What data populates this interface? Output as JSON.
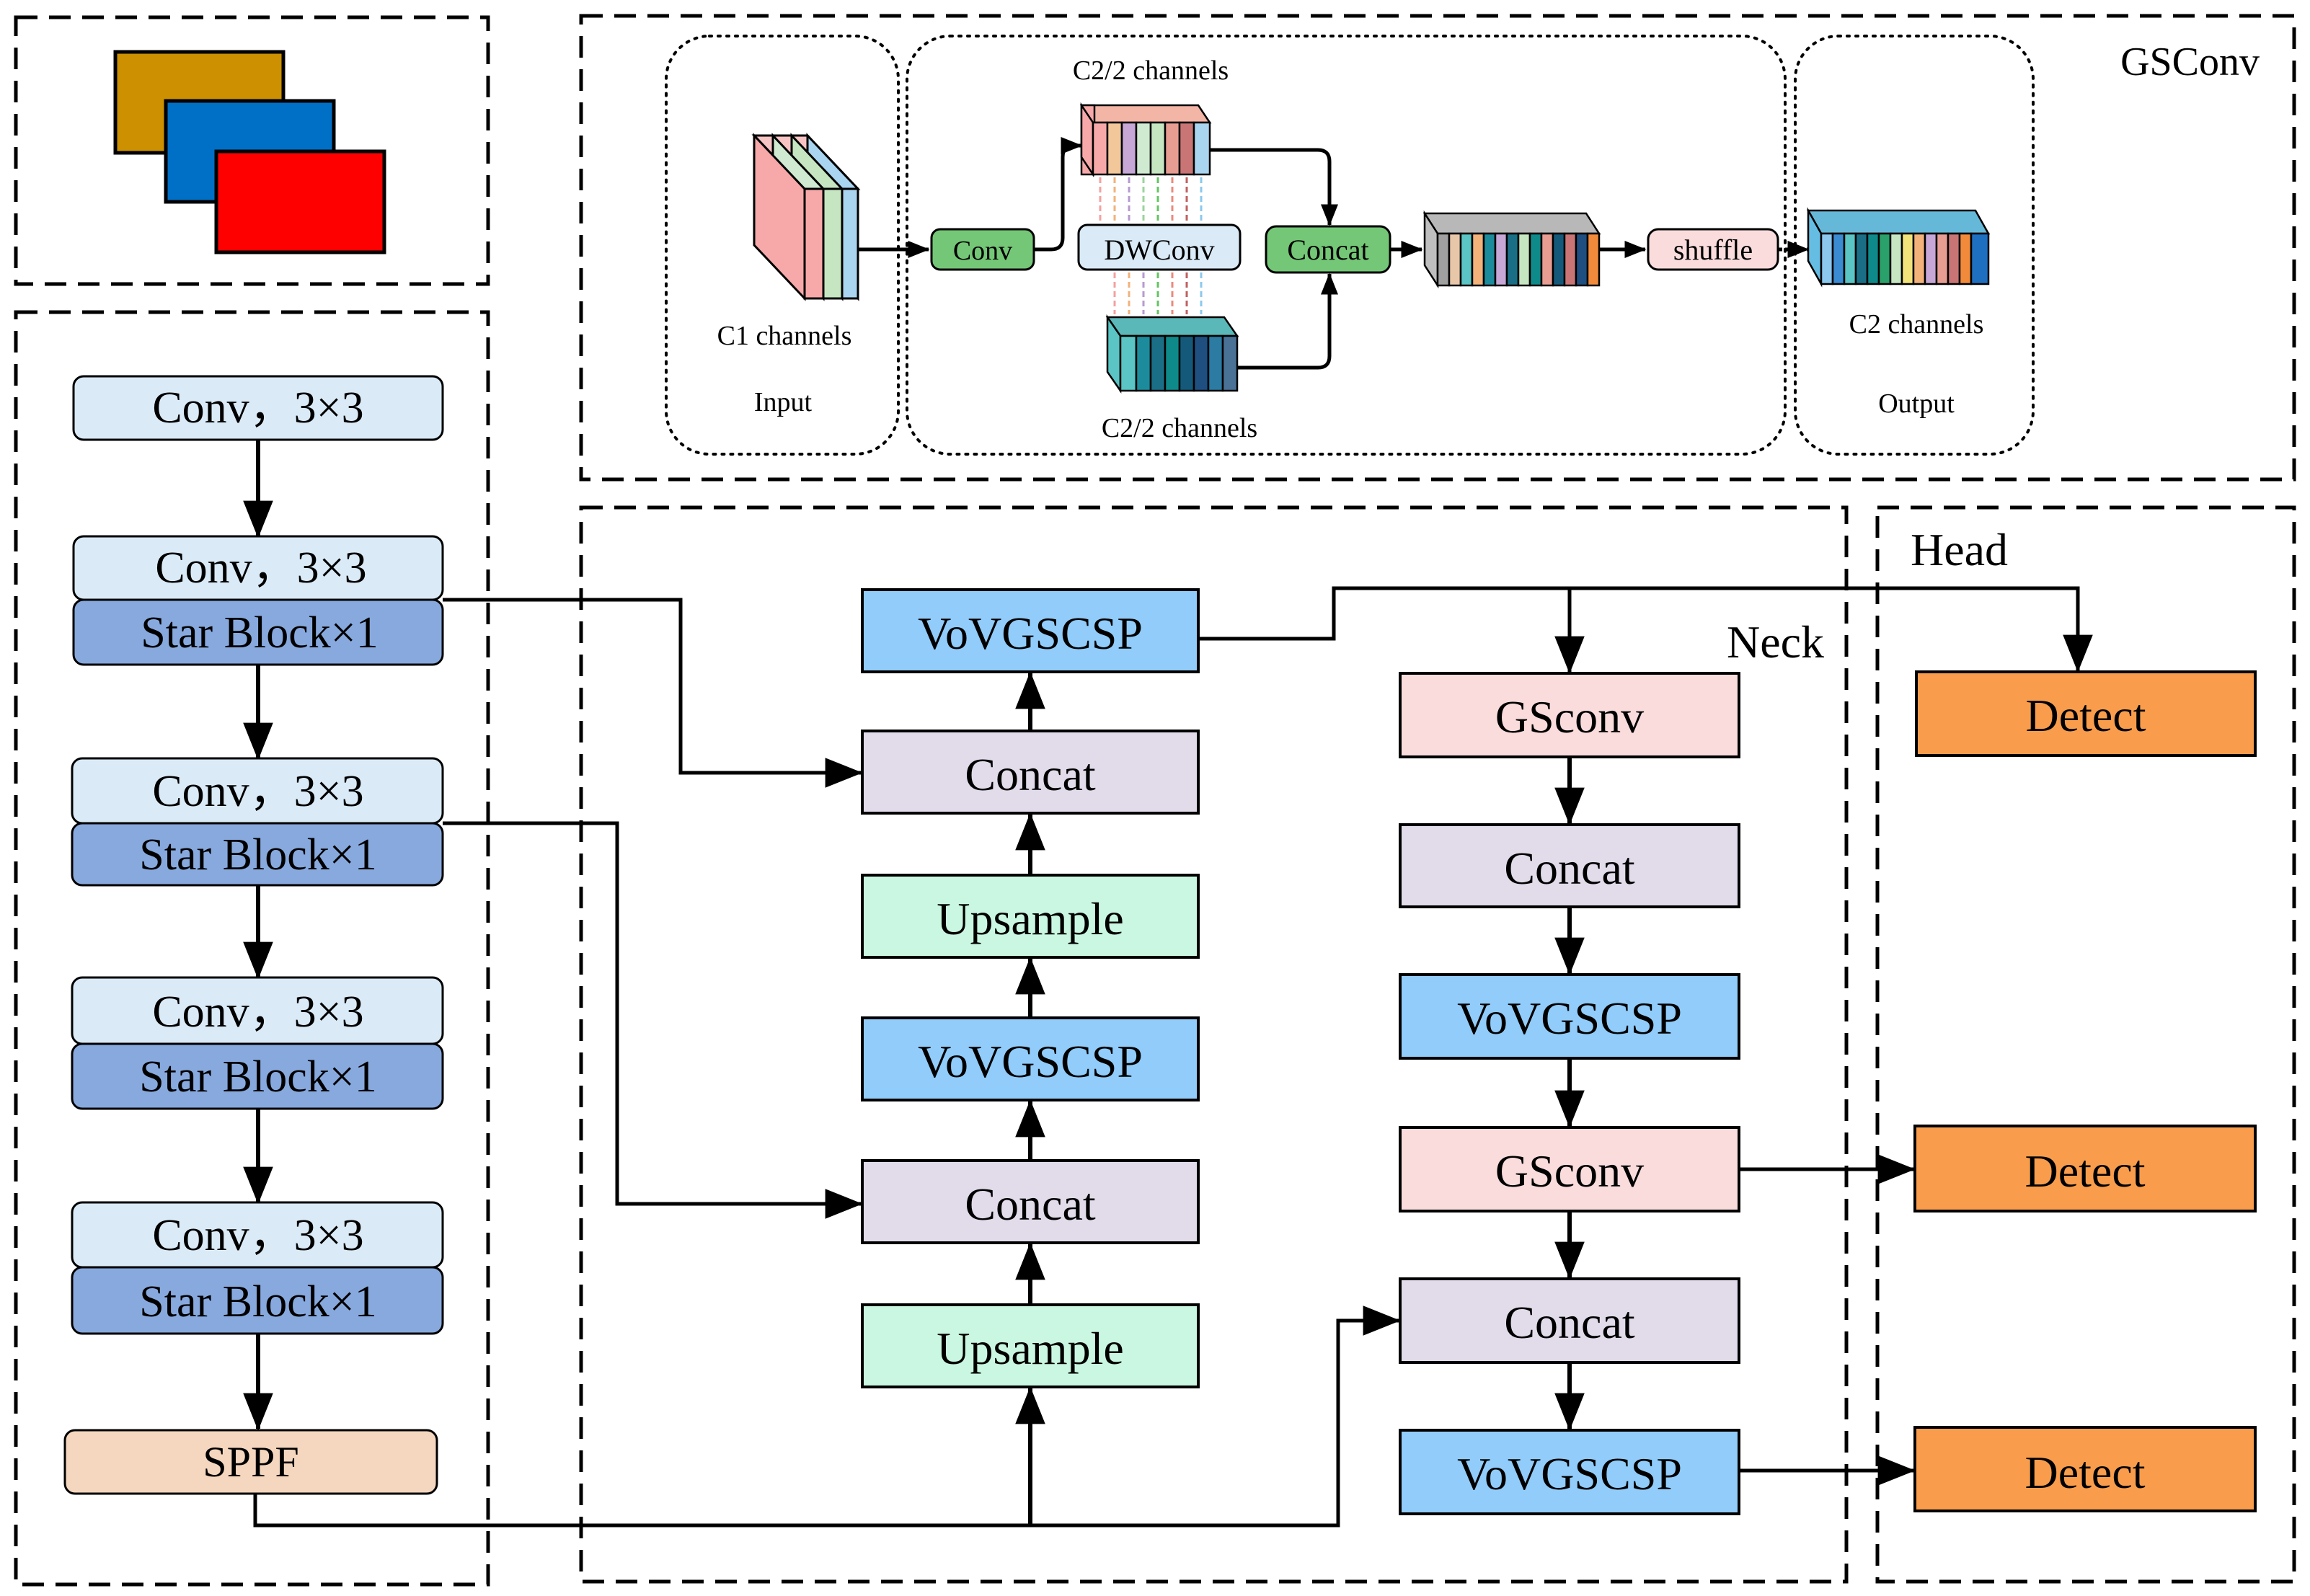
{
  "gsconv": {
    "title": "GSConv",
    "input_channels": "C1 channels",
    "input_label": "Input",
    "top_channels": "C2/2 channels",
    "bottom_channels": "C2/2 channels",
    "conv": "Conv",
    "dwconv": "DWConv",
    "concat": "Concat",
    "shuffle": "shuffle",
    "output_channels": "C2 channels",
    "output_label": "Output"
  },
  "backbone": {
    "stem": "Conv，3×3",
    "stages": [
      {
        "conv": "Conv，3×3",
        "block": "Star Block×1"
      },
      {
        "conv": "Conv，3×3",
        "block": "Star Block×1"
      },
      {
        "conv": "Conv，3×3",
        "block": "Star Block×1"
      },
      {
        "conv": "Conv，3×3",
        "block": "Star Block×1"
      }
    ],
    "sppf": "SPPF"
  },
  "neck": {
    "title": "Neck",
    "left_column": [
      "VoVGSCSP",
      "Concat",
      "Upsample",
      "VoVGSCSP",
      "Concat",
      "Upsample"
    ],
    "right_column": [
      "GSconv",
      "Concat",
      "VoVGSCSP",
      "GSconv",
      "Concat",
      "VoVGSCSP"
    ]
  },
  "head": {
    "title": "Head",
    "detect": [
      "Detect",
      "Detect",
      "Detect"
    ]
  },
  "colors": {
    "conv_light": "#daeaf7",
    "star_block": "#87a9de",
    "sppf": "#f5d7bf",
    "vovgscsp": "#91ccfa",
    "concat": "#e1dbea",
    "upsample": "#caf7e1",
    "gsconv": "#fadcdc",
    "detect": "#f99d4c",
    "gs_conv_box": "#74c776",
    "image_orange": "#cc9000",
    "image_blue": "#0070c6",
    "image_red": "#ff0000"
  }
}
